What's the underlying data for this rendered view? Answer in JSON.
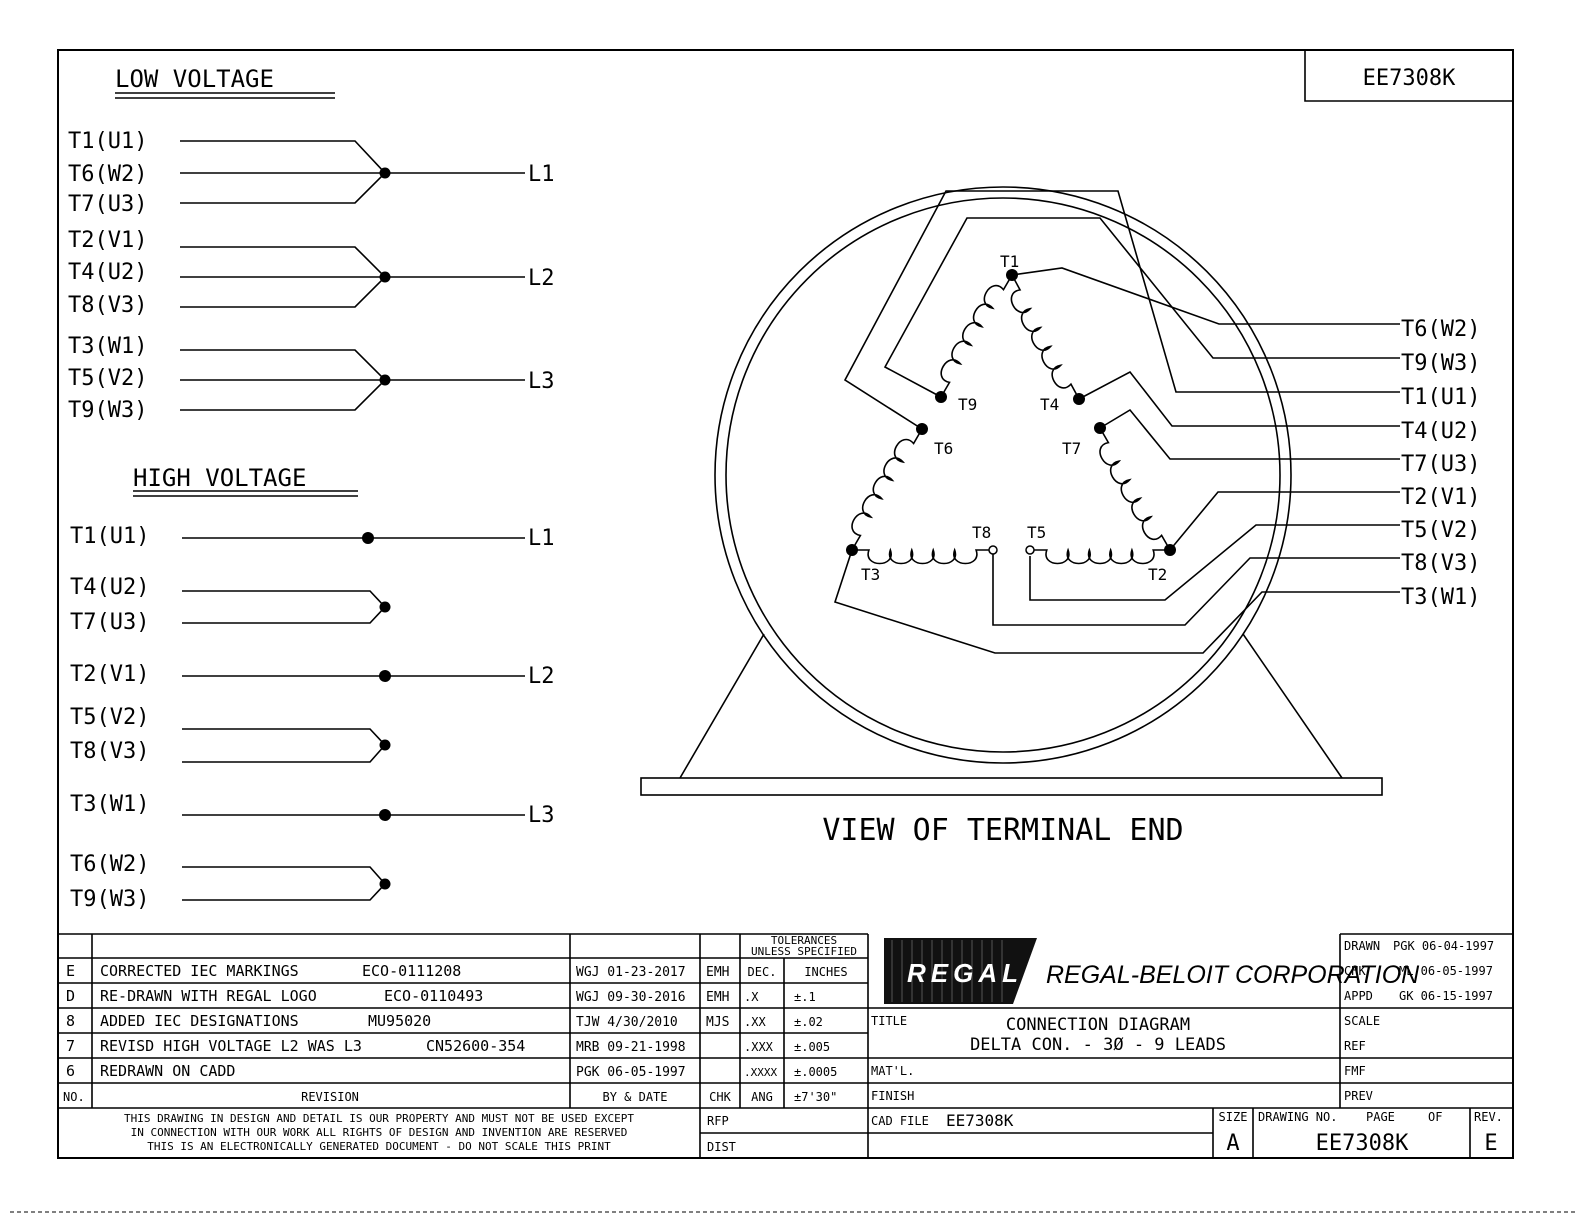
{
  "drawing_number": "EE7308K",
  "low_voltage": {
    "title": "LOW VOLTAGE",
    "groups": [
      {
        "leads": [
          "T1(U1)",
          "T6(W2)",
          "T7(U3)"
        ],
        "line": "L1"
      },
      {
        "leads": [
          "T2(V1)",
          "T4(U2)",
          "T8(V3)"
        ],
        "line": "L2"
      },
      {
        "leads": [
          "T3(W1)",
          "T5(V2)",
          "T9(W3)"
        ],
        "line": "L3"
      }
    ]
  },
  "high_voltage": {
    "title": "HIGH VOLTAGE",
    "groups": [
      {
        "leads": [
          "T1(U1)"
        ],
        "line": "L1"
      },
      {
        "leads": [
          "T4(U2)",
          "T7(U3)"
        ],
        "line": ""
      },
      {
        "leads": [
          "T2(V1)"
        ],
        "line": "L2"
      },
      {
        "leads": [
          "T5(V2)",
          "T8(V3)"
        ],
        "line": ""
      },
      {
        "leads": [
          "T3(W1)"
        ],
        "line": "L3"
      },
      {
        "leads": [
          "T6(W2)",
          "T9(W3)"
        ],
        "line": ""
      }
    ]
  },
  "terminal_view": {
    "caption": "VIEW OF TERMINAL END",
    "internal_terminals": [
      "T1",
      "T9",
      "T4",
      "T6",
      "T7",
      "T8",
      "T5",
      "T3",
      "T2"
    ],
    "external_leads": [
      "T6(W2)",
      "T9(W3)",
      "T1(U1)",
      "T4(U2)",
      "T7(U3)",
      "T2(V1)",
      "T5(V2)",
      "T8(V3)",
      "T3(W1)"
    ]
  },
  "title_block": {
    "revisions": [
      {
        "rev": "E",
        "text": "CORRECTED IEC MARKINGS",
        "eco": "ECO-0111208",
        "by_date": "WGJ 01-23-2017",
        "chk": "EMH"
      },
      {
        "rev": "D",
        "text": "RE-DRAWN WITH REGAL LOGO",
        "eco": "ECO-0110493",
        "by_date": "WGJ 09-30-2016",
        "chk": "EMH"
      },
      {
        "rev": "8",
        "text": "ADDED IEC DESIGNATIONS",
        "eco": "MU95020",
        "by_date": "TJW 4/30/2010",
        "chk": "MJS"
      },
      {
        "rev": "7",
        "text": "REVISD HIGH VOLTAGE L2 WAS L3",
        "eco": "CN52600-354",
        "by_date": "MRB 09-21-1998",
        "chk": ""
      },
      {
        "rev": "6",
        "text": "REDRAWN ON CADD",
        "eco": "",
        "by_date": "PGK 06-05-1997",
        "chk": ""
      }
    ],
    "headers": {
      "no": "NO.",
      "revision": "REVISION",
      "by_date": "BY & DATE",
      "chk": "CHK"
    },
    "tolerances": {
      "title_line1": "TOLERANCES",
      "title_line2": "UNLESS SPECIFIED",
      "rows": [
        {
          "label": "DEC.",
          "value": "INCHES"
        },
        {
          "label": ".X",
          "value": "±.1"
        },
        {
          "label": ".XX",
          "value": "±.02"
        },
        {
          "label": ".XXX",
          "value": "±.005"
        },
        {
          "label": ".XXXX",
          "value": "±.0005"
        },
        {
          "label": "ANG",
          "value": "±7'30\""
        }
      ]
    },
    "logo_text": "REGAL",
    "corporation": "REGAL-BELOIT CORPORATION",
    "title_label": "TITLE",
    "title_line1": "CONNECTION DIAGRAM",
    "title_line2": "DELTA CON. - 3Ø - 9 LEADS",
    "matl_label": "MAT'L.",
    "finish_label": "FINISH",
    "cad_label": "CAD FILE",
    "cad_file": "EE7308K",
    "rfp": "RFP",
    "dist": "DIST",
    "size_label": "SIZE",
    "size": "A",
    "drawing_no_label": "DRAWING NO.",
    "page_label": "PAGE",
    "of_label": "OF",
    "rev_label": "REV.",
    "drawing_no": "EE7308K",
    "rev": "E",
    "drawn_label": "DRAWN",
    "drawn": "PGK 06-04-1997",
    "chk_label": "CHK",
    "chk": "ML 06-05-1997",
    "appd_label": "APPD",
    "appd": "GK 06-15-1997",
    "scale_label": "SCALE",
    "ref_label": "REF",
    "fmf_label": "FMF",
    "prev_label": "PREV",
    "disclaimer": [
      "THIS DRAWING IN DESIGN AND DETAIL IS OUR PROPERTY AND MUST NOT BE USED EXCEPT",
      "IN CONNECTION WITH OUR WORK ALL RIGHTS OF DESIGN AND INVENTION ARE RESERVED",
      "THIS IS AN ELECTRONICALLY GENERATED DOCUMENT - DO NOT SCALE THIS PRINT"
    ]
  }
}
